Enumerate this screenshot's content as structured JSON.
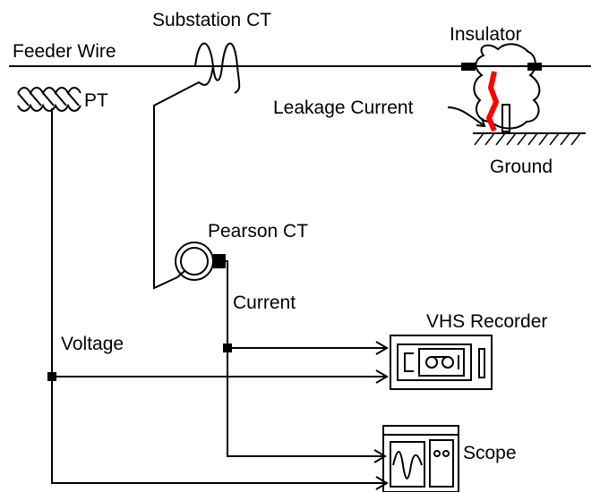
{
  "labels": {
    "feeder_wire": "Feeder Wire",
    "substation_ct": "Substation CT",
    "insulator": "Insulator",
    "pt": "PT",
    "leakage_current": "Leakage Current",
    "ground": "Ground",
    "pearson_ct": "Pearson CT",
    "current": "Current",
    "voltage": "Voltage",
    "vhs_recorder": "VHS Recorder",
    "scope": "Scope"
  },
  "colors": {
    "line": "#000000",
    "leakage_path": "#ff0000",
    "background": "#ffffff"
  }
}
